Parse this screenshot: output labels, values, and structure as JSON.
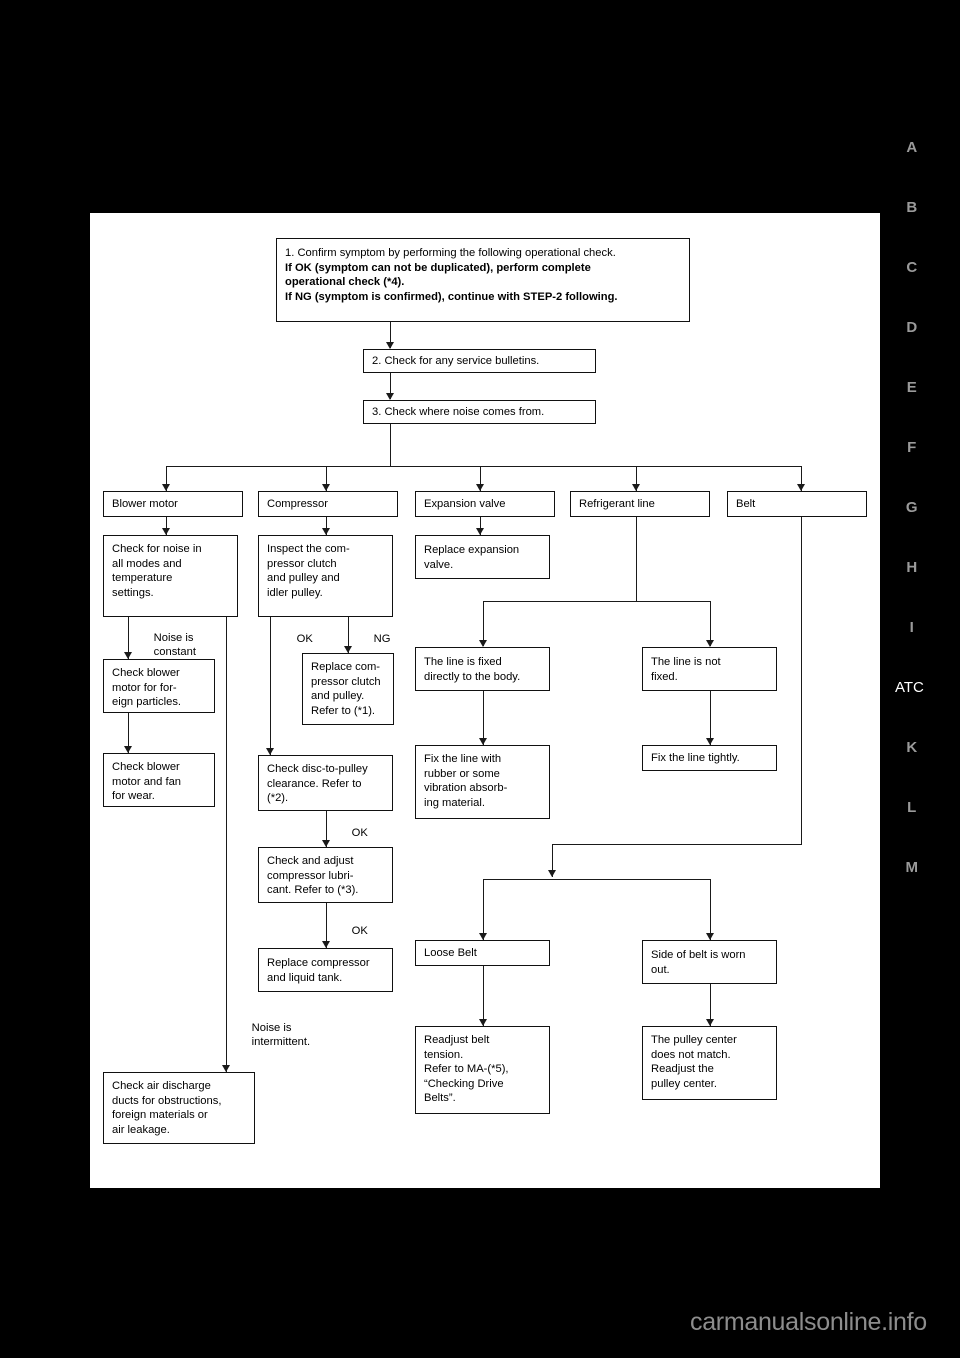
{
  "page": {
    "watermark": "carmanualsonline.info",
    "side_tabs": [
      "A",
      "B",
      "C",
      "D",
      "E",
      "F",
      "G",
      "H",
      "I",
      "ATC",
      "K",
      "L",
      "M"
    ],
    "current_tab": "ATC"
  },
  "chart_data": {
    "type": "diagram",
    "title": "Noise diagnosis flow chart",
    "nodes": {
      "step1": {
        "lines": [
          {
            "text": "1. Confirm symptom by performing the following operational check.",
            "bold": false
          },
          {
            "text": "If OK (symptom can not be duplicated), perform complete",
            "bold": true
          },
          {
            "text": "operational check (*4).",
            "bold": true
          },
          {
            "text": "If NG (symptom is confirmed), continue with STEP-2 following.",
            "bold": true
          }
        ]
      },
      "step2": "2. Check for any service bulletins.",
      "step3": "3. Check where noise comes from.",
      "cat_blower": "Blower motor",
      "cat_compressor": "Compressor",
      "cat_expansion": "Expansion valve",
      "cat_refrigerant": "Refrigerant line",
      "cat_belt": "Belt",
      "blower_1": [
        "Check for noise in",
        "all modes and",
        "temperature",
        "settings."
      ],
      "blower_2": [
        "Check blower",
        "motor for for-",
        "eign particles."
      ],
      "blower_3": [
        "Check blower",
        "motor and fan",
        "for wear."
      ],
      "blower_4": [
        "Check air discharge",
        "ducts for obstructions,",
        "foreign materials or",
        "air leakage."
      ],
      "comp_1": [
        "Inspect the com-",
        "pressor clutch",
        "and pulley and",
        "idler pulley."
      ],
      "comp_ng": [
        "Replace com-",
        "pressor clutch",
        "and pulley.",
        "Refer to (*1)."
      ],
      "comp_2": [
        "Check disc-to-pulley",
        "clearance. Refer to",
        "(*2)."
      ],
      "comp_3": [
        "Check and adjust",
        "compressor lubri-",
        "cant. Refer to (*3)."
      ],
      "comp_4": [
        "Replace compressor",
        "and liquid tank."
      ],
      "exp_1": [
        "Replace expansion",
        "valve."
      ],
      "ref_fixed": [
        "The line is fixed",
        "directly to the body."
      ],
      "ref_notfixed": [
        "The line is not",
        "fixed."
      ],
      "ref_fix_rubber": [
        "Fix the line with",
        "rubber or some",
        "vibration absorb-",
        "ing material."
      ],
      "ref_fix_tight": [
        "Fix the line tightly."
      ],
      "belt_loose": [
        "Loose Belt"
      ],
      "belt_worn": [
        "Side of belt is worn",
        "out."
      ],
      "belt_readjust": [
        "Readjust belt",
        "tension.",
        "Refer to MA-(*5),",
        "“Checking Drive",
        "Belts”."
      ],
      "belt_pulley": [
        "The pulley center",
        "does not match.",
        "Readjust the",
        "pulley center."
      ]
    },
    "edge_labels": {
      "ok_left": [
        "OK"
      ],
      "ng_right": [
        "NG"
      ],
      "ok_mid1": [
        "OK"
      ],
      "ok_mid2": [
        "OK"
      ],
      "noise_constant": [
        "Noise is",
        "constant"
      ],
      "noise_intermittent": [
        "Noise is",
        "intermittent."
      ]
    }
  }
}
